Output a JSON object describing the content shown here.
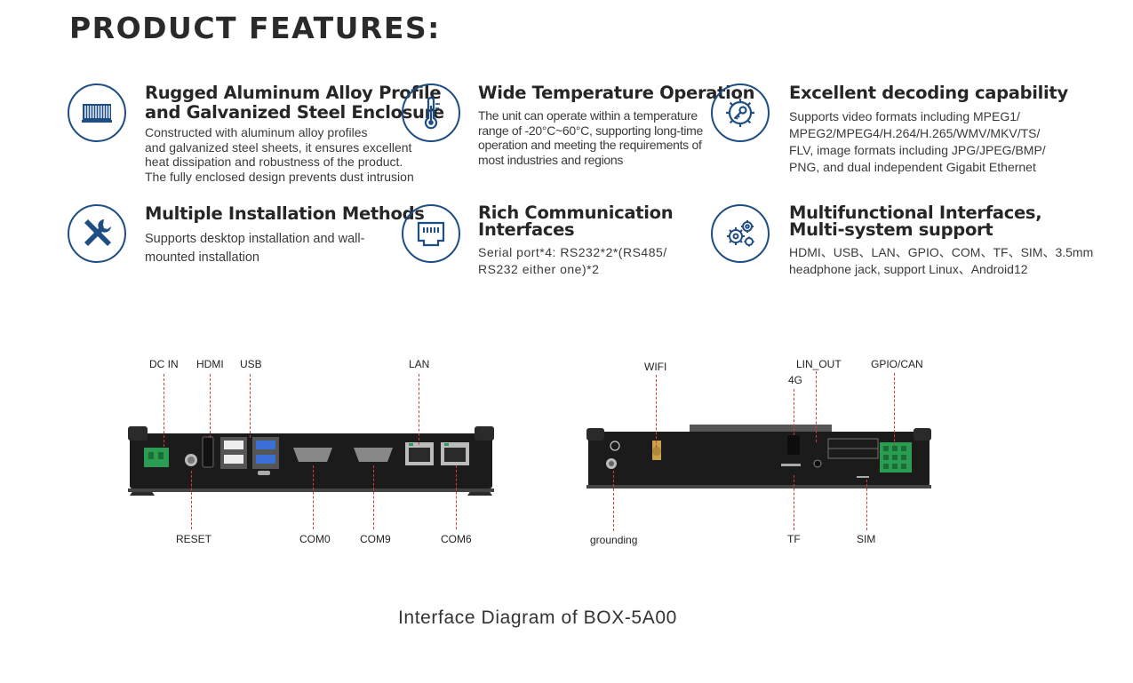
{
  "title": "PRODUCT FEATURES:",
  "features": [
    {
      "title": "Rugged Aluminum Alloy Profile\nand Galvanized Steel Enclosure",
      "desc": "Constructed with aluminum alloy profiles\nand galvanized steel sheets, it ensures excellent\nheat dissipation and robustness of the product.\nThe fully enclosed design prevents dust intrusion",
      "icon": "heatsink-icon"
    },
    {
      "title": "Wide Temperature Operation",
      "desc": "The unit can operate within a temperature\nrange of -20°C~60°C, supporting long-time\noperation and meeting the requirements of\nmost industries and regions",
      "icon": "thermometer-icon"
    },
    {
      "title": "Excellent decoding capability",
      "desc": "Supports video formats including MPEG1/\nMPEG2/MPEG4/H.264/H.265/WMV/MKV/TS/\nFLV,  image formats including JPG/JPEG/BMP/\nPNG,  and dual independent Gigabit Ethernet",
      "icon": "gear-key-icon"
    },
    {
      "title": "Multiple Installation Methods",
      "desc": "Supports desktop installation and wall-\nmounted installation",
      "icon": "tools-icon"
    },
    {
      "title": "Rich Communication\nInterfaces",
      "desc": "Serial port*4: RS232*2*(RS485/\nRS232 either one)*2",
      "icon": "ethernet-port-icon"
    },
    {
      "title": "Multifunctional Interfaces,\nMulti-system support",
      "desc": "HDMI、USB、LAN、GPIO、COM、TF、SIM、3.5mm\nheadphone jack, support Linux、Android12",
      "icon": "gears-icon"
    }
  ],
  "front_labels": {
    "top": [
      "DC IN",
      "HDMI",
      "USB",
      "LAN"
    ],
    "bottom": [
      "RESET",
      "COM0",
      "COM9",
      "COM6"
    ]
  },
  "rear_labels": {
    "top": [
      "WIFI",
      "LIN_OUT",
      "4G",
      "GPIO/CAN"
    ],
    "bottom": [
      "grounding",
      "TF",
      "SIM"
    ]
  },
  "caption": "Interface Diagram of BOX-5A00"
}
